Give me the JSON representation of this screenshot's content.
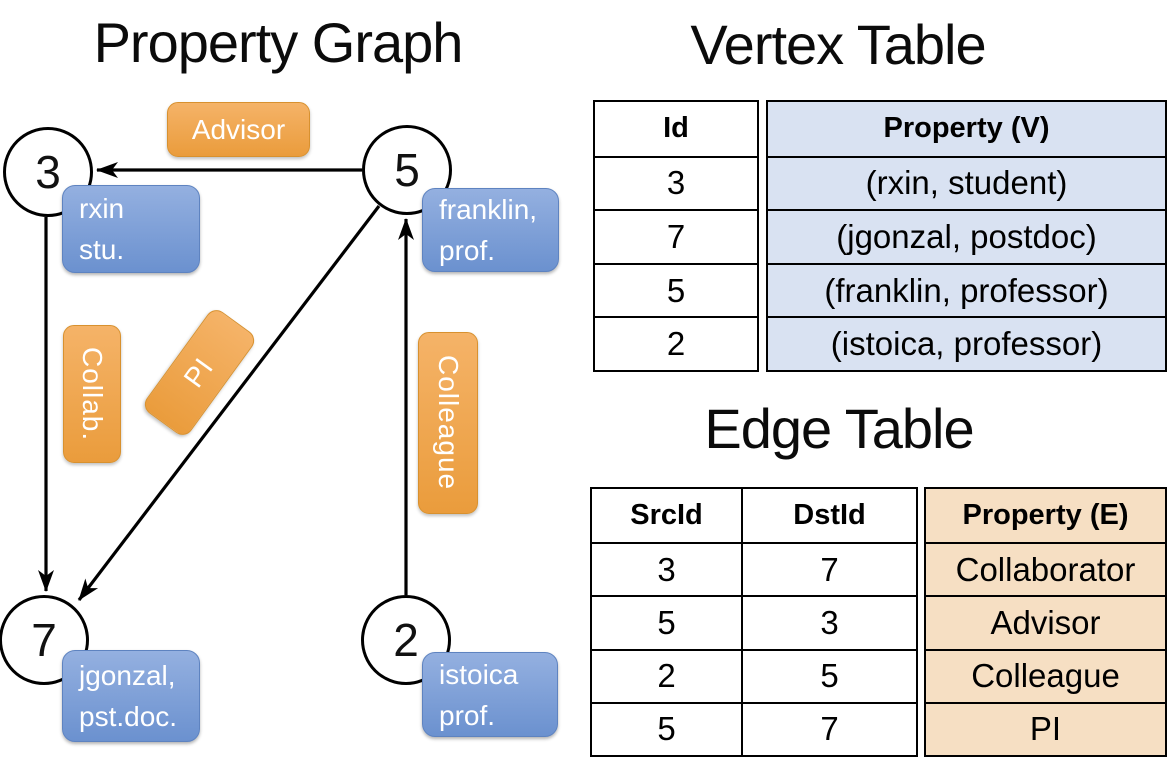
{
  "colors": {
    "orange_top": "#F5B368",
    "orange_bottom": "#EA9C3C",
    "orange_border": "#D8912F",
    "blue_top": "#94B0E0",
    "blue_bottom": "#6B91CF",
    "blue_border": "#5E83C0",
    "table_blue": "#D9E2F2",
    "table_tan": "#F6DFC3",
    "ink": "#000000"
  },
  "graph": {
    "title": "Property Graph",
    "nodes": {
      "n3": {
        "id": "3",
        "label_lines": [
          "rxin",
          "stu."
        ]
      },
      "n5": {
        "id": "5",
        "label_lines": [
          "franklin,",
          "prof."
        ]
      },
      "n7": {
        "id": "7",
        "label_lines": [
          "jgonzal,",
          "pst.doc."
        ]
      },
      "n2": {
        "id": "2",
        "label_lines": [
          "istoica",
          "prof."
        ]
      }
    },
    "edge_labels": {
      "advisor": "Advisor",
      "collab": "Collab.",
      "pi": "PI",
      "colleague": "Colleague"
    }
  },
  "vertex_table": {
    "title": "Vertex Table",
    "headers": {
      "id": "Id",
      "property": "Property (V)"
    },
    "rows": [
      [
        "3",
        "(rxin, student)"
      ],
      [
        "7",
        "(jgonzal, postdoc)"
      ],
      [
        "5",
        "(franklin, professor)"
      ],
      [
        "2",
        "(istoica, professor)"
      ]
    ]
  },
  "edge_table": {
    "title": "Edge Table",
    "headers": {
      "src": "SrcId",
      "dst": "DstId",
      "property": "Property (E)"
    },
    "rows": [
      [
        "3",
        "7",
        "Collaborator"
      ],
      [
        "5",
        "3",
        "Advisor"
      ],
      [
        "2",
        "5",
        "Colleague"
      ],
      [
        "5",
        "7",
        "PI"
      ]
    ]
  }
}
